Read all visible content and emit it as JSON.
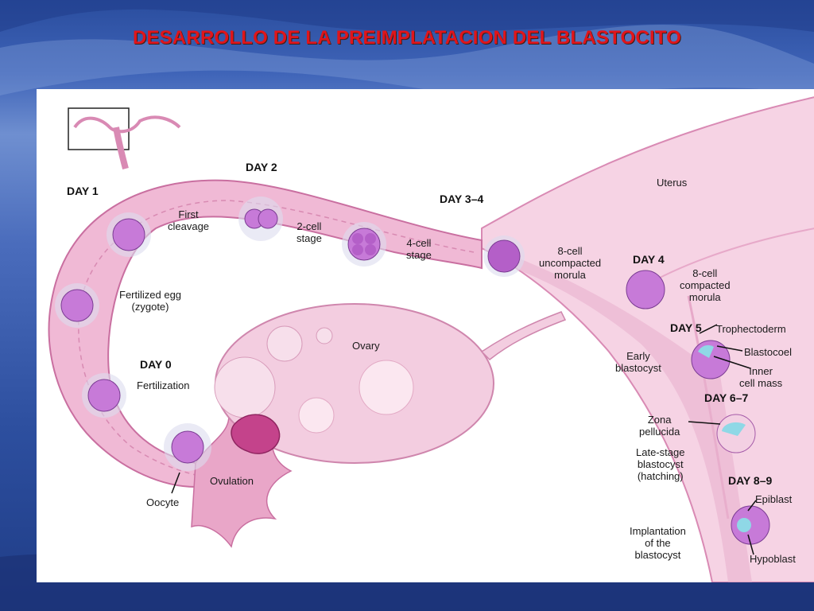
{
  "slide": {
    "title": "DESARROLLO DE LA PREIMPLATACION DEL BLASTOCITO"
  },
  "figure": {
    "days": {
      "day0": "DAY 0",
      "day1": "DAY 1",
      "day2": "DAY 2",
      "day34": "DAY 3–4",
      "day4": "DAY 4",
      "day5": "DAY 5",
      "day67": "DAY 6–7",
      "day89": "DAY 8–9"
    },
    "labels": {
      "uterus": "Uterus",
      "ovary": "Ovary",
      "first_cleavage": "First\ncleavage",
      "two_cell": "2-cell\nstage",
      "four_cell": "4-cell\nstage",
      "eight_uncompacted": "8-cell\nuncompacted\nmorula",
      "eight_compacted": "8-cell\ncompacted\nmorula",
      "fertilized_egg": "Fertilized egg\n(zygote)",
      "fertilization": "Fertilization",
      "ovulation": "Ovulation",
      "oocyte": "Oocyte",
      "early_blastocyst": "Early\nblastocyst",
      "trophectoderm": "Trophectoderm",
      "blastocoel": "Blastocoel",
      "inner_cell_mass": "Inner\ncell mass",
      "zona_pellucida": "Zona\npellucida",
      "late_blastocyst": "Late-stage\nblastocyst\n(hatching)",
      "implantation": "Implantation\nof the\nblastocyst",
      "epiblast": "Epiblast",
      "hypoblast": "Hypoblast"
    },
    "colors": {
      "title_red": "#e0151b",
      "tissue_pink": "#f2c4da",
      "tube_pink": "#e8a4c7",
      "cell_purple": "#c77ad8",
      "blastocoel_blue": "#8fd8e6"
    }
  }
}
